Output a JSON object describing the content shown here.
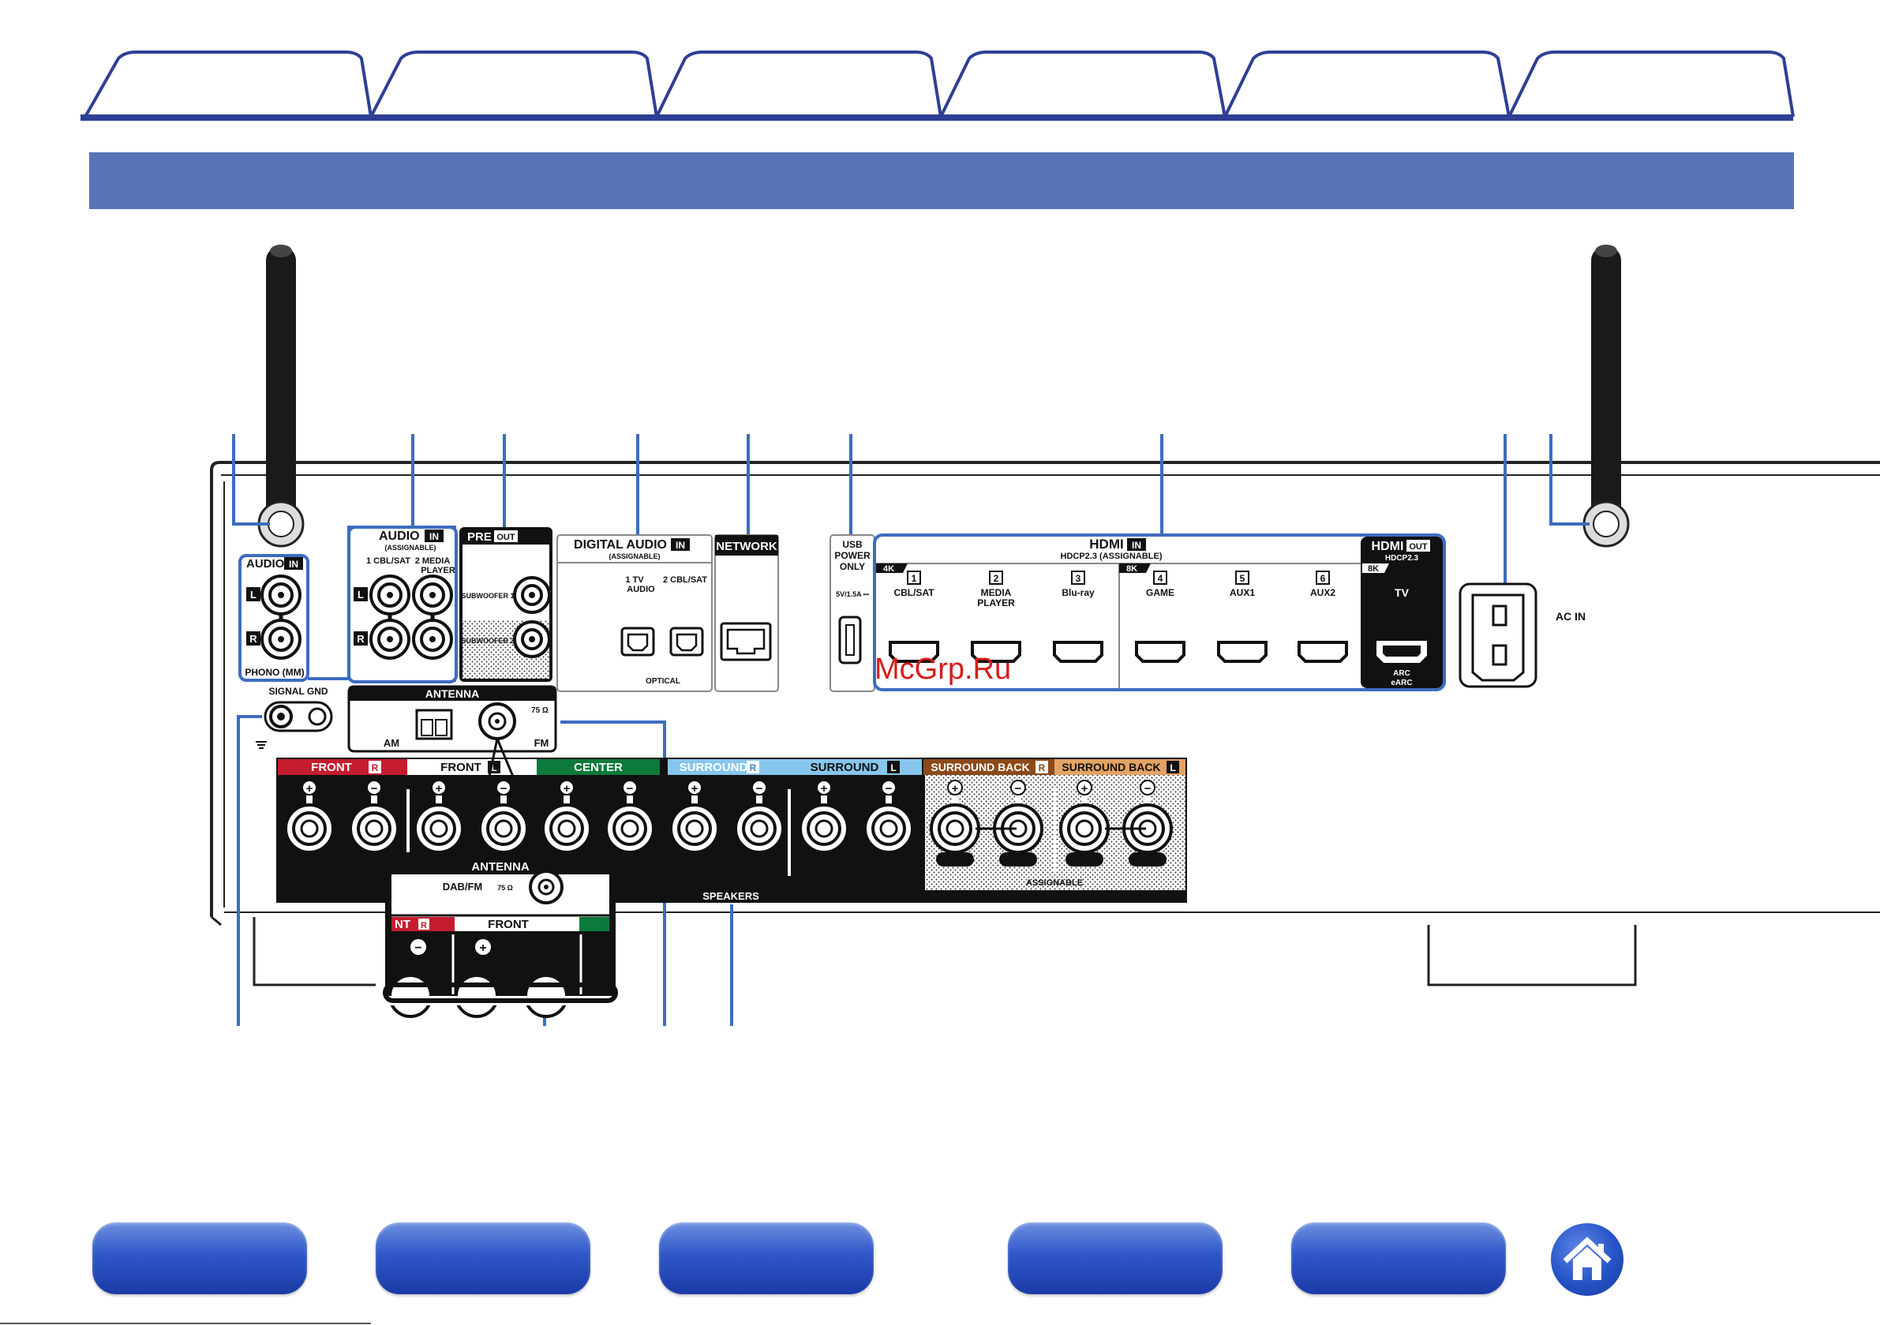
{
  "tabs": [
    "",
    "",
    "",
    "",
    "",
    ""
  ],
  "section_title": "",
  "panel": {
    "audio_in_phono": {
      "title": "AUDIO",
      "badge": "IN",
      "left": "L",
      "right": "R",
      "caption": "PHONO (MM)"
    },
    "audio_in_assignable": {
      "title": "AUDIO",
      "badge": "IN",
      "subtitle": "(ASSIGNABLE)",
      "input1": "1 CBL/SAT",
      "input2a": "2  MEDIA",
      "input2b": "PLAYER",
      "left": "L",
      "right": "R"
    },
    "pre_out": {
      "title": "PRE",
      "badge": "OUT",
      "sub1": "SUBWOOFER 1",
      "sub2": "SUBWOOFER 2"
    },
    "digital_audio": {
      "title": "DIGITAL AUDIO",
      "badge": "IN",
      "subtitle": "(ASSIGNABLE)",
      "in1a": "1    TV",
      "in1b": "AUDIO",
      "in2": "2 CBL/SAT",
      "caption": "OPTICAL"
    },
    "network": {
      "title": "NETWORK"
    },
    "usb": {
      "line1": "USB",
      "line2": "POWER",
      "line3": "ONLY",
      "rating": "5V/1.5A ⎓"
    },
    "hdmi_in": {
      "title": "HDMI",
      "badge": "IN",
      "subtitle": "HDCP2.3  (ASSIGNABLE)",
      "group4k": "4K",
      "group8k": "8K",
      "inputs": [
        {
          "num": "1",
          "label": "CBL/SAT",
          "label2": ""
        },
        {
          "num": "2",
          "label": "MEDIA",
          "label2": "PLAYER"
        },
        {
          "num": "3",
          "label": "Blu-ray",
          "label2": ""
        },
        {
          "num": "4",
          "label": "GAME",
          "label2": ""
        },
        {
          "num": "5",
          "label": "AUX1",
          "label2": ""
        },
        {
          "num": "6",
          "label": "AUX2",
          "label2": ""
        }
      ]
    },
    "hdmi_out": {
      "title": "HDMI",
      "badge": "OUT",
      "subtitle": "HDCP2.3",
      "group": "8K",
      "label": "TV",
      "arc": "ARC",
      "earc": "eARC"
    },
    "ac_in": "AC IN",
    "watermark": "McGrp.Ru",
    "signal_gnd": "SIGNAL GND",
    "antenna": {
      "title": "ANTENNA",
      "am": "AM",
      "fm": "FM",
      "ohm": "75 Ω"
    },
    "antenna_inset": {
      "title": "ANTENNA",
      "label": "DAB/FM",
      "ohm": "75 Ω"
    },
    "speakers": {
      "caption": "SPEAKERS",
      "assignable": "ASSIGNABLE",
      "channels": [
        {
          "name": "FRONT",
          "side": "R"
        },
        {
          "name": "FRONT",
          "side": "L"
        },
        {
          "name": "CENTER",
          "side": ""
        },
        {
          "name": "SURROUND",
          "side": "R"
        },
        {
          "name": "SURROUND",
          "side": "L"
        },
        {
          "name": "SURROUND BACK",
          "side": "R"
        },
        {
          "name": "SURROUND BACK",
          "side": "L"
        }
      ],
      "inset_front_r": "NT",
      "inset_front_r_badge": "R",
      "inset_front_l": "FRONT",
      "plus": "+",
      "minus": "−"
    }
  },
  "colors": {
    "tab_line": "#2e3f94",
    "title_bar": "#5874b8",
    "callout": "#3d6cc0",
    "front": "#c41d2e",
    "center": "#0b7a3b",
    "surround": "#86c6ec",
    "surround_back_r": "#8c4a1a",
    "surround_back_l": "#e2a365",
    "watermark": "#d81b1b"
  },
  "footer": {
    "nav_buttons": [
      "",
      "",
      "",
      "",
      ""
    ],
    "home_icon": "home-icon"
  }
}
